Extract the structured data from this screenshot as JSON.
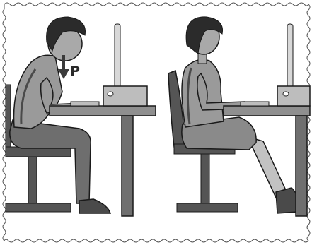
{
  "figure": {
    "panels": [
      {
        "id": "left",
        "force_label": "P"
      },
      {
        "id": "right"
      }
    ],
    "colors": {
      "background": "#ffffff",
      "outline": "#1a1a1a",
      "hair": "#2b2b2b",
      "skin": "#a9a9a9",
      "shirt": "#9a9a9a",
      "trousers": "#6e6e6e",
      "skirt": "#8a8a8a",
      "legs": "#c2c2c2",
      "chair": "#555555",
      "desk": "#8f8f8f",
      "desk_dark": "#6f6f6f",
      "shoe": "#4a4a4a",
      "monitor_pole": "#d8d8d8",
      "monitor_base": "#bdbdbd",
      "border": "#555555"
    }
  }
}
